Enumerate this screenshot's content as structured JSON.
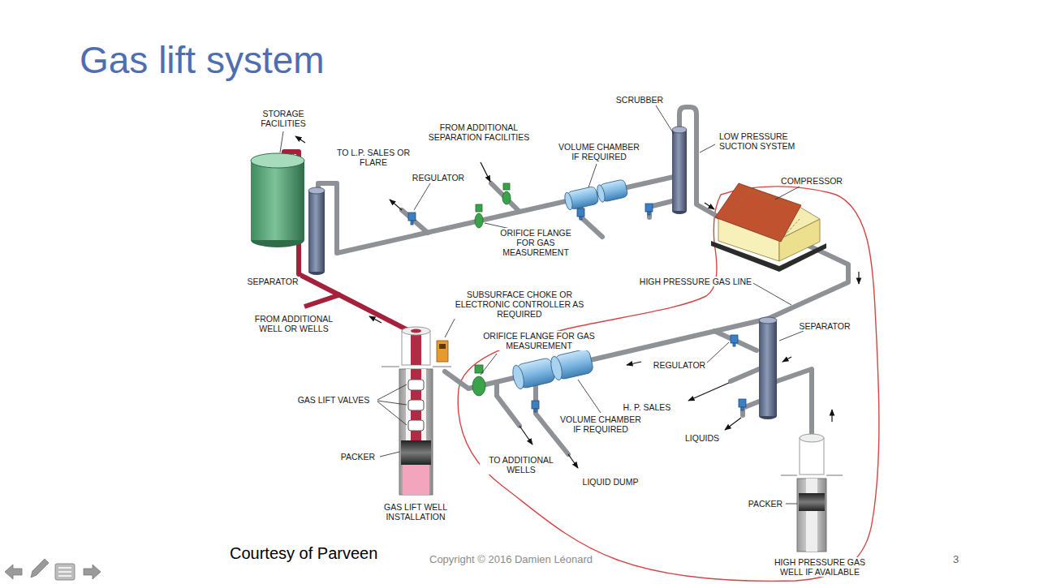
{
  "diagram": {
    "title": "Gas lift system",
    "caption": "Courtesy of Parveen",
    "labels": [
      "STORAGE FACILITIES",
      "SCRUBBER",
      "FROM ADDITIONAL SEPARATION FACILITIES",
      "TO L.P. SALES OR FLARE",
      "VOLUME CHAMBER IF REQUIRED",
      "LOW PRESSURE SUCTION SYSTEM",
      "REGULATOR",
      "COMPRESSOR",
      "ORIFICE FLANGE FOR GAS MEASUREMENT",
      "SEPARATOR",
      "HIGH PRESSURE GAS LINE",
      "FROM ADDITIONAL WELL OR WELLS",
      "SUBSURFACE CHOKE OR ELECTRONIC CONTROLLER AS REQUIRED",
      "ORIFICE FLANGE FOR GAS MEASUREMENT",
      "SEPARATOR",
      "REGULATOR",
      "GAS LIFT VALVES",
      "H. P. SALES",
      "VOLUME CHAMBER IF REQUIRED",
      "LIQUIDS",
      "PACKER",
      "TO ADDITIONAL WELLS",
      "LIQUID DUMP",
      "PACKER",
      "GAS LIFT WELL INSTALLATION",
      "HIGH PRESSURE GAS WELL IF AVAILABLE",
      "Copyright © 2016 Damien Léonard",
      "3"
    ]
  }
}
